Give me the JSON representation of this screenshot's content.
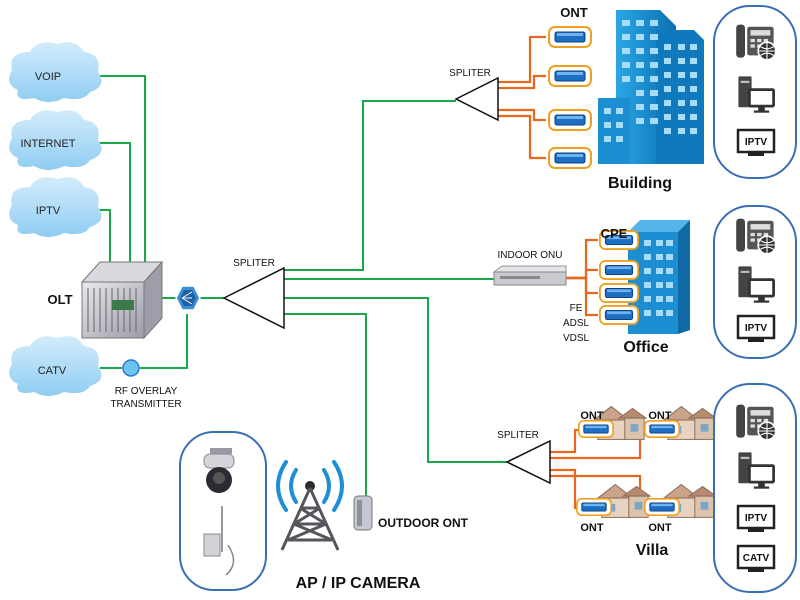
{
  "clouds": [
    "VOIP",
    "INTERNET",
    "IPTV",
    "CATV"
  ],
  "olt_label": "OLT",
  "rf_overlay": [
    "RF OVERLAY",
    "TRANSMITTER"
  ],
  "spliters": {
    "main": "SPLITER",
    "building": "SPLITER",
    "villa": "SPLITER"
  },
  "building": {
    "ont_label": "ONT",
    "name": "Building"
  },
  "office": {
    "indoor_onu": "INDOOR ONU",
    "cpe_label": "CPE",
    "fe": "FE",
    "adsl": "ADSL",
    "vdsl": "VDSL",
    "name": "Office"
  },
  "villa": {
    "ont_labels": [
      "ONT",
      "ONT",
      "ONT",
      "ONT"
    ],
    "name": "Villa"
  },
  "outdoor_ont": "OUTDOOR ONT",
  "ap_camera": "AP / IP CAMERA",
  "service_panels": {
    "building": [
      "IPTV"
    ],
    "office": [
      "IPTV"
    ],
    "villa": [
      "IPTV",
      "CATV"
    ]
  },
  "colors": {
    "fiber": "#19a84a",
    "drop": "#e8661e",
    "panel_border": "#3a6fb5",
    "building": "#1a8fd0",
    "cloud": "#a9d8f5"
  }
}
